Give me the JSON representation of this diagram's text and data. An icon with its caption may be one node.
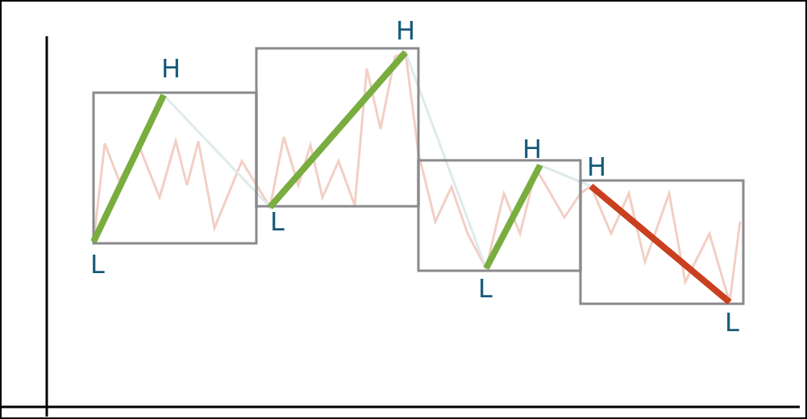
{
  "diagram": {
    "labels": [
      "L",
      "H",
      "L",
      "H",
      "L",
      "H",
      "H",
      "L"
    ]
  }
}
